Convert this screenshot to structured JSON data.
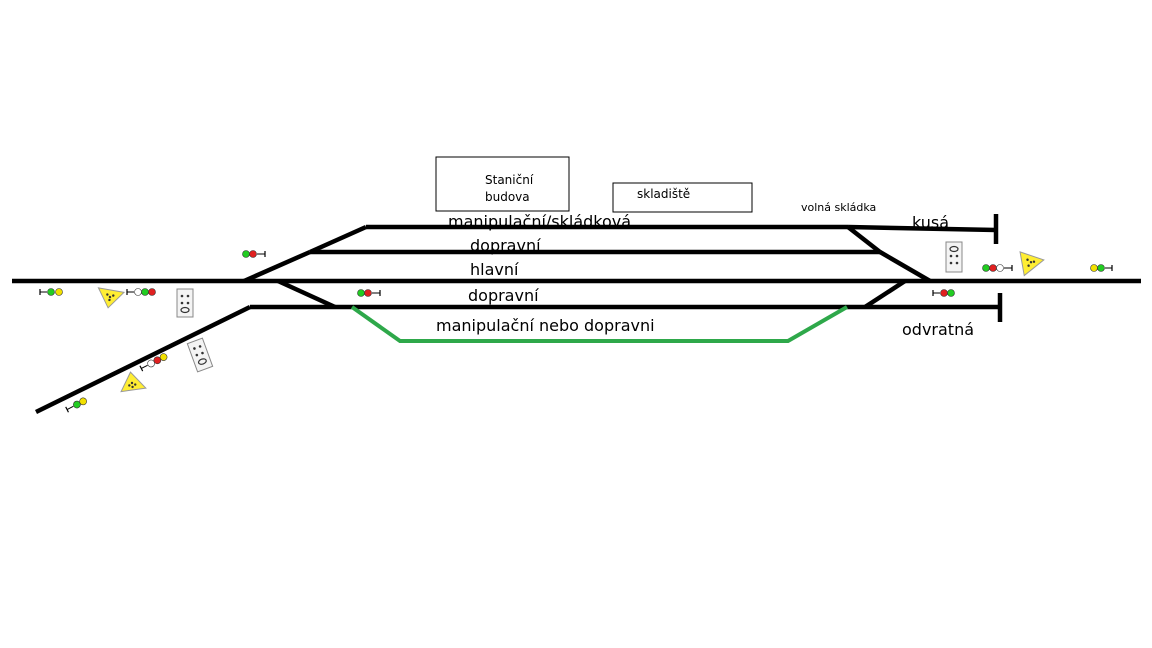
{
  "colors": {
    "track": "#000000",
    "planned_track": "#2ea84a",
    "signal_green": "#22cc22",
    "signal_red": "#e02020",
    "signal_yellow": "#f2e000",
    "signal_white": "#ffffff",
    "warning_sign": "#ffee33"
  },
  "buildings": {
    "station": {
      "line1": "Staniční",
      "line2": "budova"
    },
    "warehouse": {
      "label": "skladiště"
    },
    "open_storage": {
      "label": "volná skládka"
    }
  },
  "tracks": {
    "loading": {
      "label": "manipulační/skládková"
    },
    "spur": {
      "label": "kusá"
    },
    "upper_running": {
      "label": "dopravní"
    },
    "main": {
      "label": "hlavní"
    },
    "lower_running": {
      "label": "dopravní"
    },
    "planned": {
      "label": "manipulační nebo dopravni"
    },
    "safety_siding": {
      "label": "odvratná"
    }
  }
}
